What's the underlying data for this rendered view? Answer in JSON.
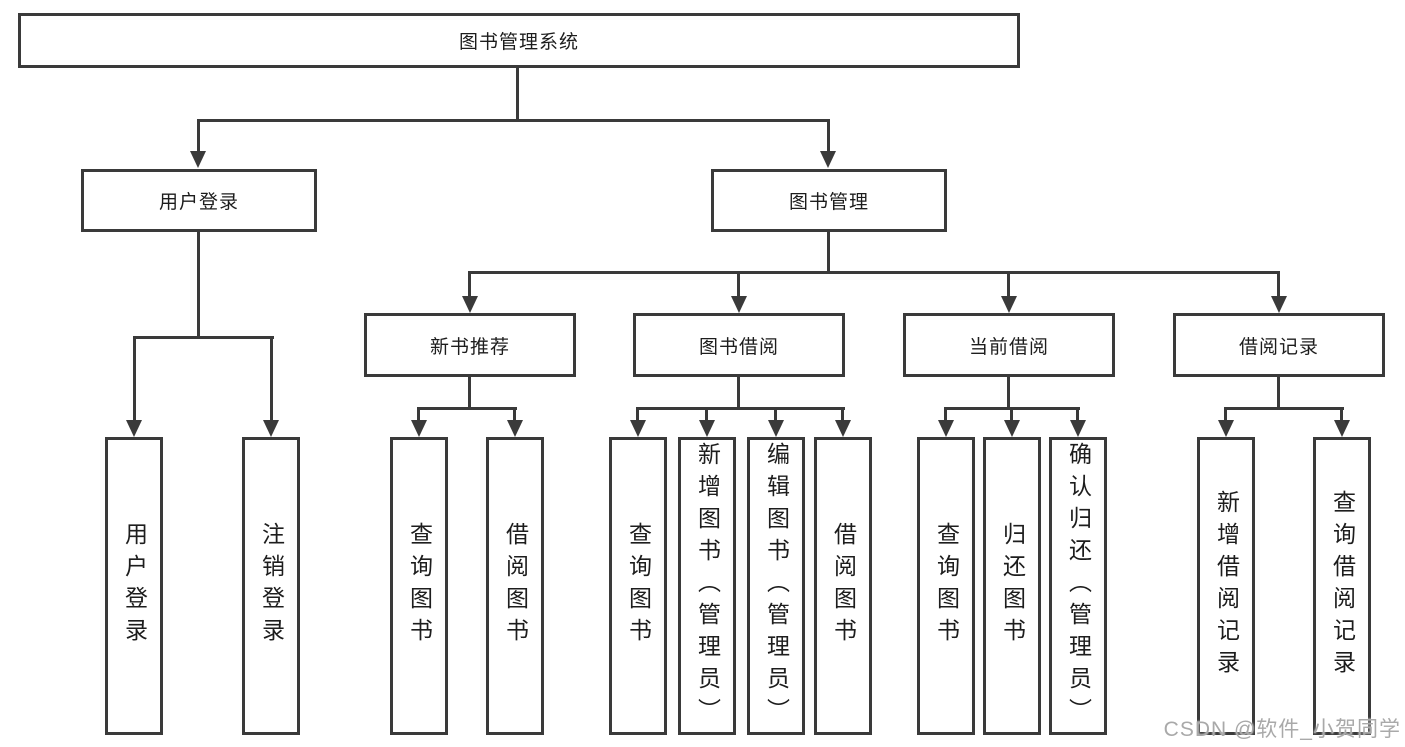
{
  "diagram": {
    "watermark": "CSDN @软件_小贺同学",
    "colors": {
      "line": "#3a3a3a",
      "text": "#1d1d1d",
      "watermark": "#a9a9a9",
      "background": "#ffffff"
    },
    "nodes": {
      "root": {
        "label": "图书管理系统",
        "children": [
          "用户登录",
          "图书管理"
        ]
      },
      "user_login": {
        "label": "用户登录",
        "children": [
          "用户登录",
          "注销登录"
        ]
      },
      "book_mgmt": {
        "label": "图书管理",
        "children": [
          "新书推荐",
          "图书借阅",
          "当前借阅",
          "借阅记录"
        ]
      },
      "new_book_rec": {
        "label": "新书推荐",
        "children": [
          "查询图书",
          "借阅图书"
        ]
      },
      "book_borrow": {
        "label": "图书借阅",
        "children": [
          "查询图书",
          "新增图书（管理员）",
          "编辑图书（管理员）",
          "借阅图书"
        ]
      },
      "current_borrow": {
        "label": "当前借阅",
        "children": [
          "查询图书",
          "归还图书",
          "确认归还（管理员）"
        ]
      },
      "borrow_record": {
        "label": "借阅记录",
        "children": [
          "新增借阅记录",
          "查询借阅记录"
        ]
      },
      "leaf_user_login": {
        "label": "用户登录"
      },
      "leaf_logout": {
        "label": "注销登录"
      },
      "leaf_nb_query": {
        "label": "查询图书"
      },
      "leaf_nb_borrow": {
        "label": "借阅图书"
      },
      "leaf_bb_query": {
        "label": "查询图书"
      },
      "leaf_bb_add": {
        "label": "新增图书（管理员）"
      },
      "leaf_bb_edit": {
        "label": "编辑图书（管理员）"
      },
      "leaf_bb_borrow": {
        "label": "借阅图书"
      },
      "leaf_cb_query": {
        "label": "查询图书"
      },
      "leaf_cb_return": {
        "label": "归还图书"
      },
      "leaf_cb_confirm": {
        "label": "确认归还（管理员）"
      },
      "leaf_br_add": {
        "label": "新增借阅记录"
      },
      "leaf_br_query": {
        "label": "查询借阅记录"
      }
    }
  }
}
